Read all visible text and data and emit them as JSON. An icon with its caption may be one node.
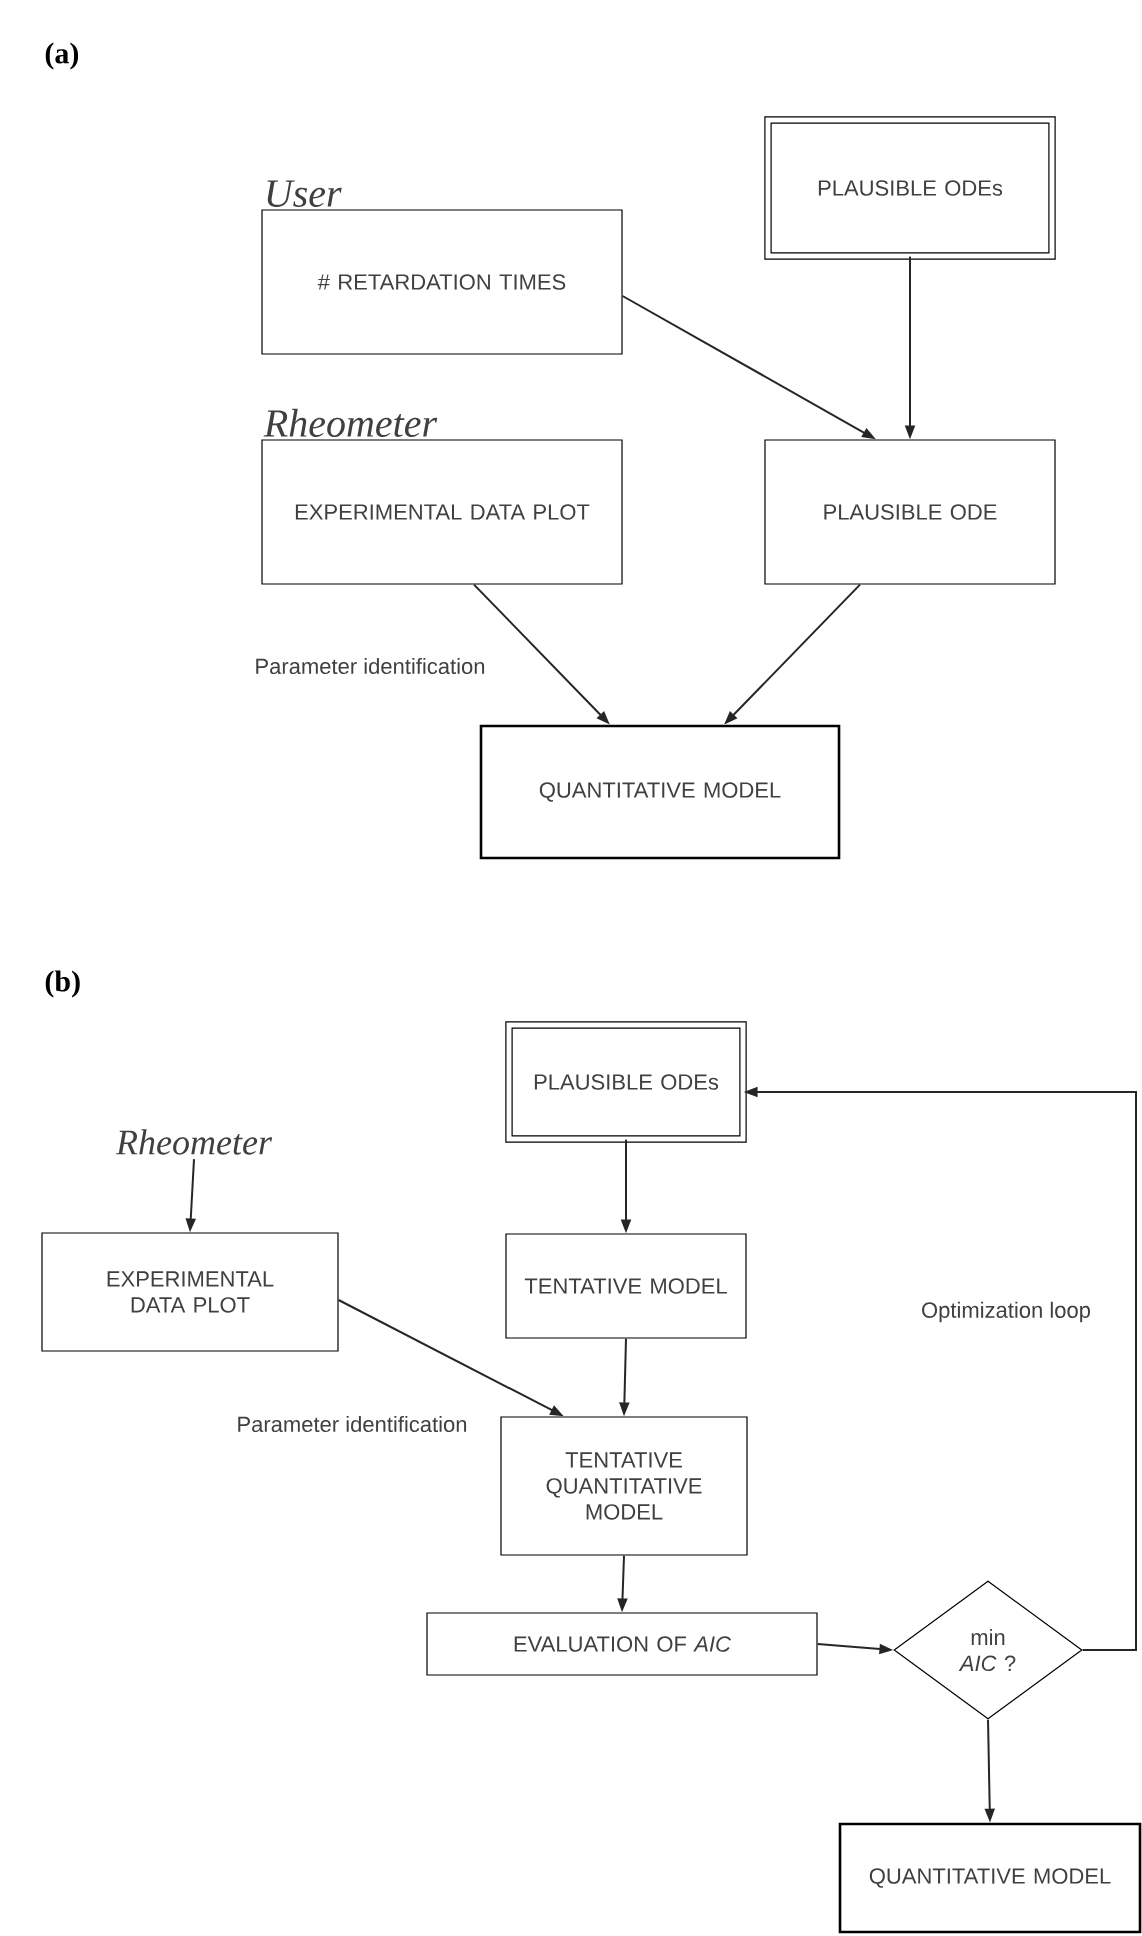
{
  "diagram": {
    "nodes": [
      {
        "text": [
          "User",
          "# RETARDATION TIMES"
        ]
      },
      {
        "text": [
          "PLAUSIBLE ODEs"
        ]
      },
      {
        "text": [
          "Rheometer",
          "EXPERIMENTAL DATA PLOT"
        ]
      },
      {
        "text": [
          "PLAUSIBLE ODE"
        ]
      },
      {
        "text": [
          "QUANTITATIVE MODEL"
        ]
      },
      {
        "text": [
          "Rheometer"
        ]
      },
      {
        "text": [
          "EXPERIMENTAL DATA PLOT"
        ]
      },
      {
        "text": [
          "PLAUSIBLE ODEs"
        ]
      },
      {
        "text": [
          "TENTATIVE MODEL"
        ]
      },
      {
        "text": [
          "TENTATIVE QUANTITATIVE MODEL"
        ]
      },
      {
        "text": [
          "EVALUATION OF *AIC*"
        ]
      },
      {
        "text": [
          "min *AIC* ?"
        ]
      },
      {
        "text": [
          "QUANTITATIVE MODEL"
        ]
      }
    ],
    "edges": [
      {
        "from": 0,
        "to": 3,
        "arrow": "to"
      },
      {
        "from": 1,
        "to": 3,
        "arrow": "to"
      },
      {
        "from": 2,
        "to": 4,
        "arrow": "to",
        "label": "Parameter identification"
      },
      {
        "from": 3,
        "to": 4,
        "arrow": "to"
      },
      {
        "from": 5,
        "to": 6,
        "arrow": "to"
      },
      {
        "from": 7,
        "to": 8,
        "arrow": "to"
      },
      {
        "from": 8,
        "to": 9,
        "arrow": "to"
      },
      {
        "from": 6,
        "to": 9,
        "arrow": "to",
        "label": "Parameter identification"
      },
      {
        "from": 9,
        "to": 10,
        "arrow": "to"
      },
      {
        "from": 10,
        "to": 11,
        "arrow": "to"
      },
      {
        "from": 11,
        "to": 12,
        "arrow": "to"
      },
      {
        "from": 11,
        "to": 7,
        "arrow": "to",
        "label": "Optimization loop"
      }
    ],
    "labels": [
      "(a)",
      "(b)"
    ]
  }
}
